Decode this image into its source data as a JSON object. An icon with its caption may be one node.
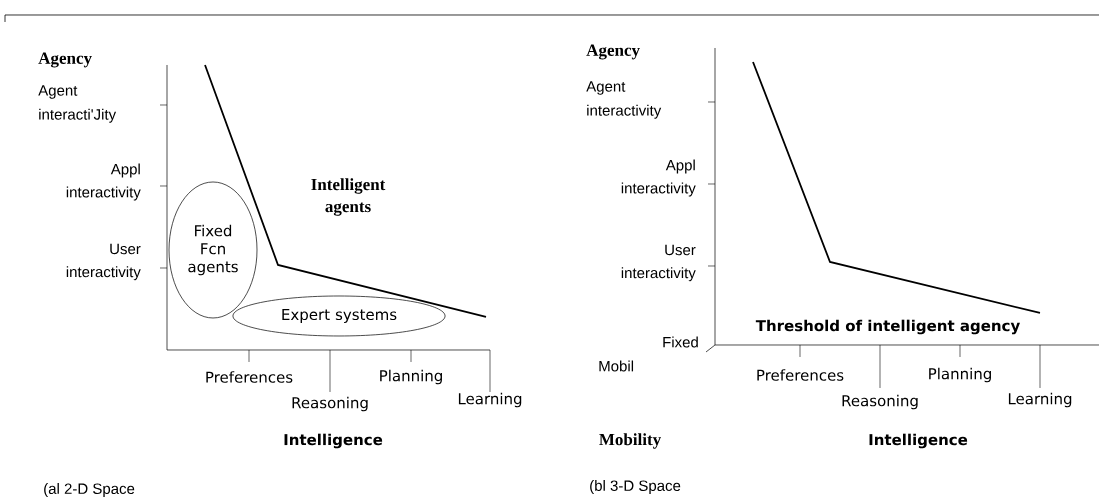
{
  "diagram": {
    "nodes": [
      {
        "text": [
          "Fixed Fcn agents"
        ]
      },
      {
        "text": [
          "Expert systems"
        ]
      }
    ],
    "labels": [
      "Agency",
      "Agent interacti'Jity",
      "Appl interactivity",
      "User interactivity",
      "Intelligent agents",
      "Preferences",
      "Planning",
      "Reasoning",
      "Learning",
      "Intelligence",
      "(al 2-D Space",
      "Agency",
      "Agent interactivity",
      "Appl interactivity",
      "User interactivity",
      "Threshold of intelligent agency",
      "Fixed",
      "Preferences",
      "Planning",
      "Mobil",
      "Reasoning",
      "Learning",
      "Mobility",
      "Intelligence",
      "(bl 3-D Space"
    ]
  }
}
